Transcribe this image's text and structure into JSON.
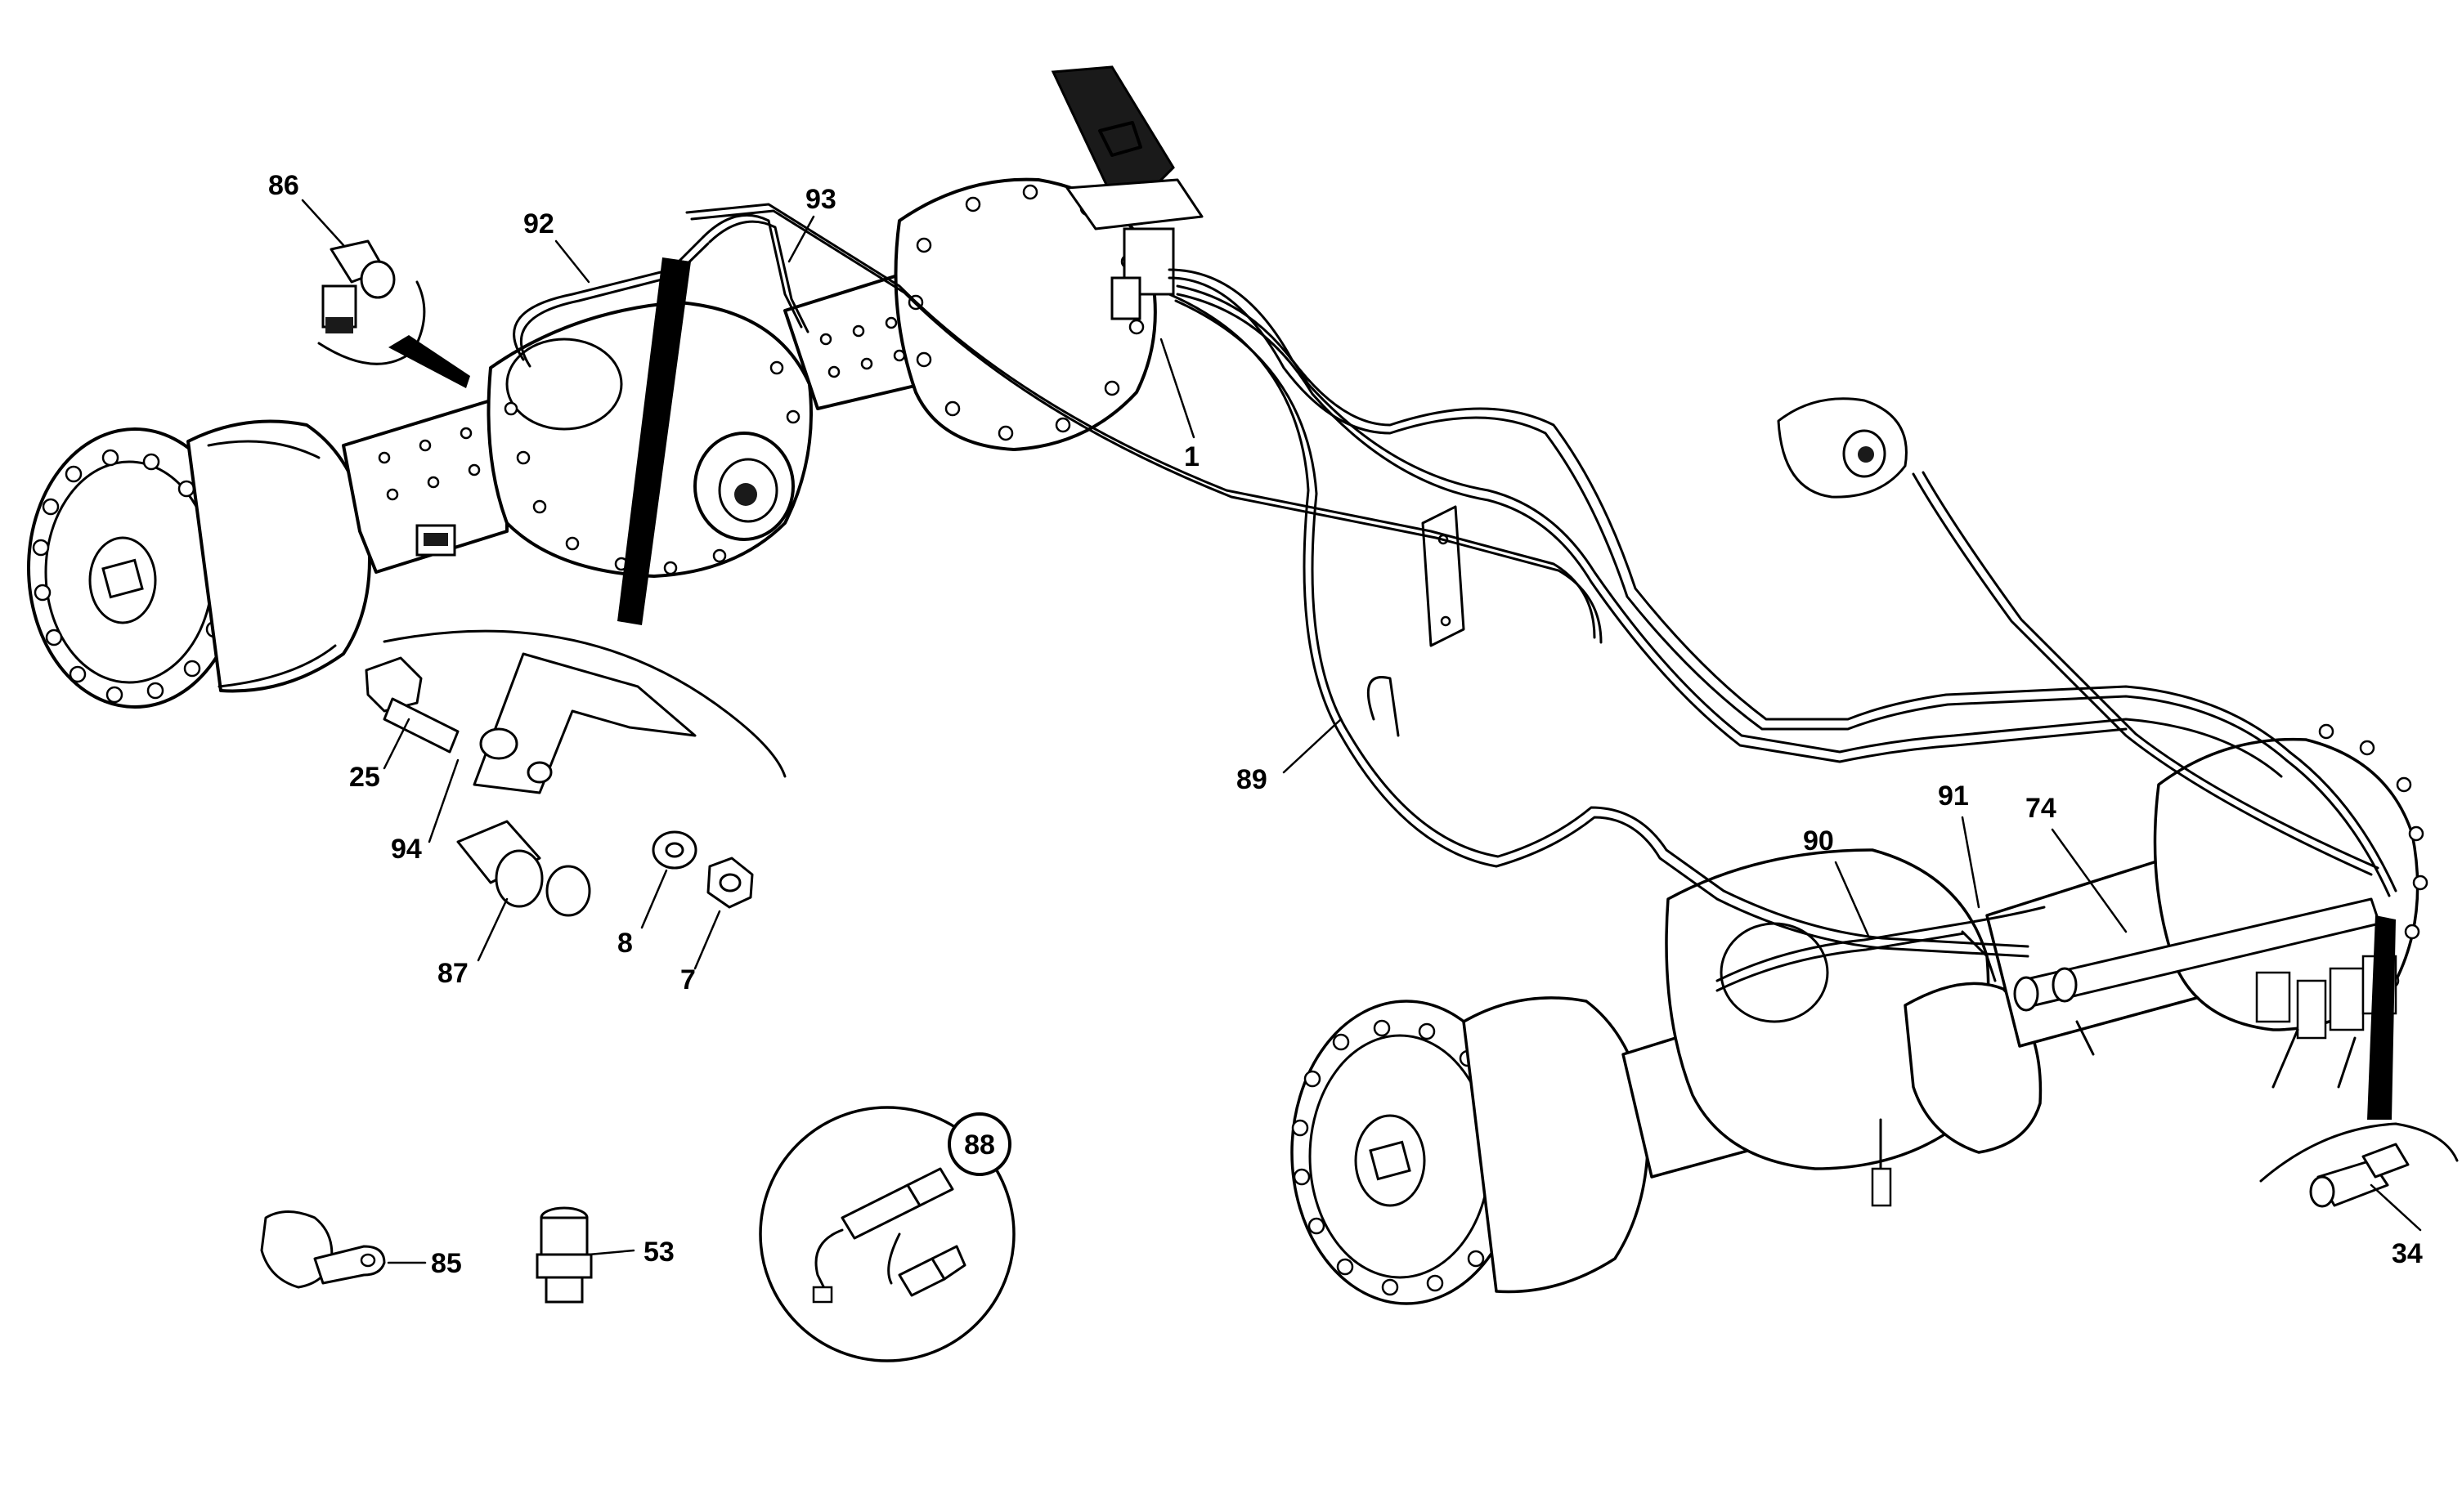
{
  "diagram": {
    "callouts": {
      "c1": "1",
      "c7": "7",
      "c8": "8",
      "c25": "25",
      "c34": "34",
      "c53": "53",
      "c74": "74",
      "c85": "85",
      "c86": "86",
      "c87": "87",
      "c88": "88",
      "c89": "89",
      "c90": "90",
      "c91": "91",
      "c92": "92",
      "c93": "93",
      "c94": "94"
    },
    "colors": {
      "line": "#000000",
      "background": "#ffffff",
      "detail_fill": "#1a1a1a"
    }
  }
}
